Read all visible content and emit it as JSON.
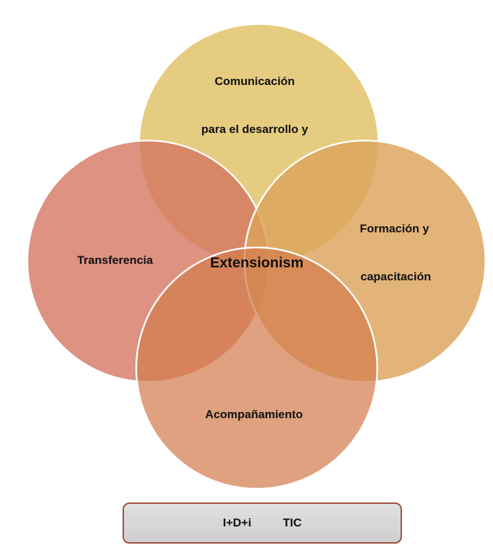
{
  "diagram": {
    "circles": [
      {
        "id": "top",
        "color": "#e3c570",
        "lines": [
          "Comunicación",
          "para el desarrollo y"
        ]
      },
      {
        "id": "left",
        "color": "#d98b7a",
        "lines": [
          "Transferencia"
        ]
      },
      {
        "id": "right",
        "color": "#dfa863",
        "lines": [
          "Formación y",
          "capacitación"
        ]
      },
      {
        "id": "bottom",
        "color": "#dd9a72",
        "lines": [
          "Acompañamiento"
        ]
      }
    ],
    "center_label": "Extensionism"
  },
  "footer": {
    "items": [
      "I+D+i",
      "TIC"
    ],
    "background_color": "#d6d6d6",
    "border_color": "#a04a3a"
  }
}
